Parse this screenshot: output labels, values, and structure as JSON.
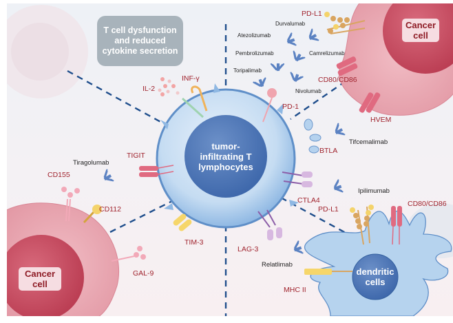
{
  "title_box": {
    "text": "T cell dysfunction and reduced cytokine secretion"
  },
  "cells": {
    "t_cell": "tumor-infiltrating T lymphocytes",
    "cancer_top_right": "Cancer cell",
    "cancer_bottom_left": "Cancer cell",
    "dendritic": "dendritic cells"
  },
  "cytokines": {
    "il2": "IL-2",
    "infg": "INF-γ"
  },
  "receptors": {
    "pd_l1_top": "PD-L1",
    "cd80_cd86_top": "CD80/CD86",
    "pd_1": "PD-1",
    "hvem": "HVEM",
    "btla": "BTLA",
    "tigit": "TIGIT",
    "cd155": "CD155",
    "cd112": "CD112",
    "tim3": "TIM-3",
    "gal9": "GAL-9",
    "ctla4": "CTLA4",
    "pd_l1_dc": "PD-L1",
    "cd80_cd86_dc": "CD80/CD86",
    "lag3": "LAG-3",
    "mhc2": "MHC  II"
  },
  "drugs": {
    "durvalumab": "Durvalumab",
    "atezolizumab": "Atezolizumab",
    "pembrolizumab": "Pembrolizumab",
    "camrelizumab": "Camrelizumab",
    "toripalimab": "Toripalimab",
    "nivolumab": "Nivolumab",
    "tifcemalimab": "Tifcemalimab",
    "tiragolumab": "Tiragolumab",
    "ipilimumab": "Ipilimumab",
    "relatlimab": "Relatlimab"
  },
  "colors": {
    "receptor_label": "#a0232d",
    "dashed_line": "#1f4e8c",
    "antibody": "#5b82c2",
    "t_cell_nucleus": "#4a74b5",
    "cancer_cell": "#e8a3ae"
  }
}
